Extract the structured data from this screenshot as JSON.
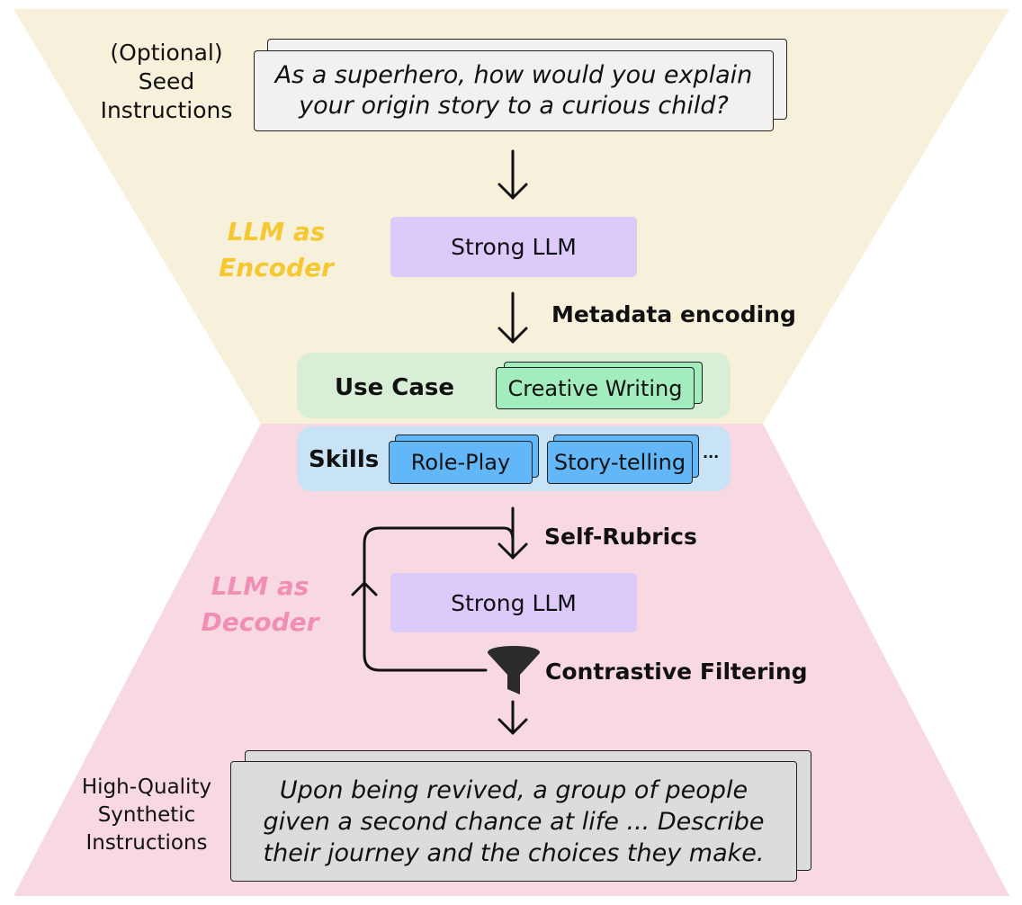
{
  "colors": {
    "top_funnel": "#f7f0da",
    "bottom_funnel": "#f8d9e2",
    "use_case_bg": "#d8eed7",
    "skills_bg": "#c8e3f6",
    "llm_box": "#dccafb",
    "use_case_chip": "#a3ecbe",
    "skill_chip": "#62b7f8",
    "encoder_label": "#f6c830",
    "decoder_label": "#f18eb5",
    "seed_card": "#f3f1ef",
    "output_card": "#dcdcdc"
  },
  "seed": {
    "label_lines": [
      "(Optional)",
      "Seed",
      "Instructions"
    ],
    "text_lines": [
      "As a superhero, how would you explain",
      "your origin story to a curious child?"
    ]
  },
  "encoder": {
    "label_lines": [
      "LLM as",
      "Encoder"
    ],
    "llm_label": "Strong LLM",
    "arrow_label": "Metadata encoding"
  },
  "use_case": {
    "label": "Use Case",
    "chip": "Creative Writing"
  },
  "skills": {
    "label": "Skills",
    "chips": [
      "Role-Play",
      "Story-telling"
    ],
    "more": "..."
  },
  "decoder": {
    "label_lines": [
      "LLM as",
      "Decoder"
    ],
    "rubrics_label": "Self-Rubrics",
    "llm_label": "Strong LLM",
    "filter_label": "Contrastive Filtering",
    "icons": [
      "funnel-icon",
      "down-arrow-icon",
      "up-arrow-icon"
    ]
  },
  "output": {
    "label_lines": [
      "High-Quality",
      "Synthetic",
      "Instructions"
    ],
    "text_lines": [
      "Upon being revived, a group of people",
      "given a second chance at life ... Describe",
      "their journey and the choices they make."
    ]
  }
}
